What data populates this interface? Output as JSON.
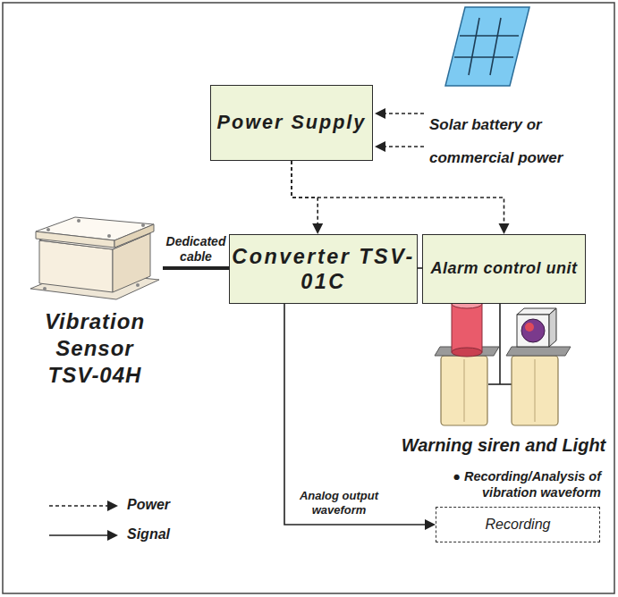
{
  "diagram": {
    "nodes": [
      {
        "text": [
          "Power Supply"
        ]
      },
      {
        "text": [
          "Vibration Sensor TSV-04H"
        ]
      },
      {
        "text": [
          "Converter TSV-01C"
        ]
      },
      {
        "text": [
          "Alarm control unit"
        ]
      },
      {
        "text": [
          "Warning siren and Light"
        ]
      },
      {
        "text": [
          "● Recording/Analysis of vibration waveform",
          "Recording"
        ]
      }
    ],
    "edges": [
      {
        "from": 0,
        "to": 2,
        "arrow": "to"
      },
      {
        "from": 0,
        "to": 3,
        "arrow": "to"
      },
      {
        "from": 1,
        "to": 2,
        "label": "Dedicated cable",
        "arrow": "none"
      },
      {
        "from": 2,
        "to": 3,
        "arrow": "none"
      },
      {
        "from": 3,
        "to": 4,
        "arrow": "none"
      },
      {
        "from": 2,
        "to": 5,
        "label": "Analog output waveform",
        "arrow": "to"
      }
    ],
    "labels": [
      "Solar battery or commercial power"
    ],
    "legend": [
      {
        "text": "Power"
      },
      {
        "text": "Signal"
      }
    ]
  }
}
